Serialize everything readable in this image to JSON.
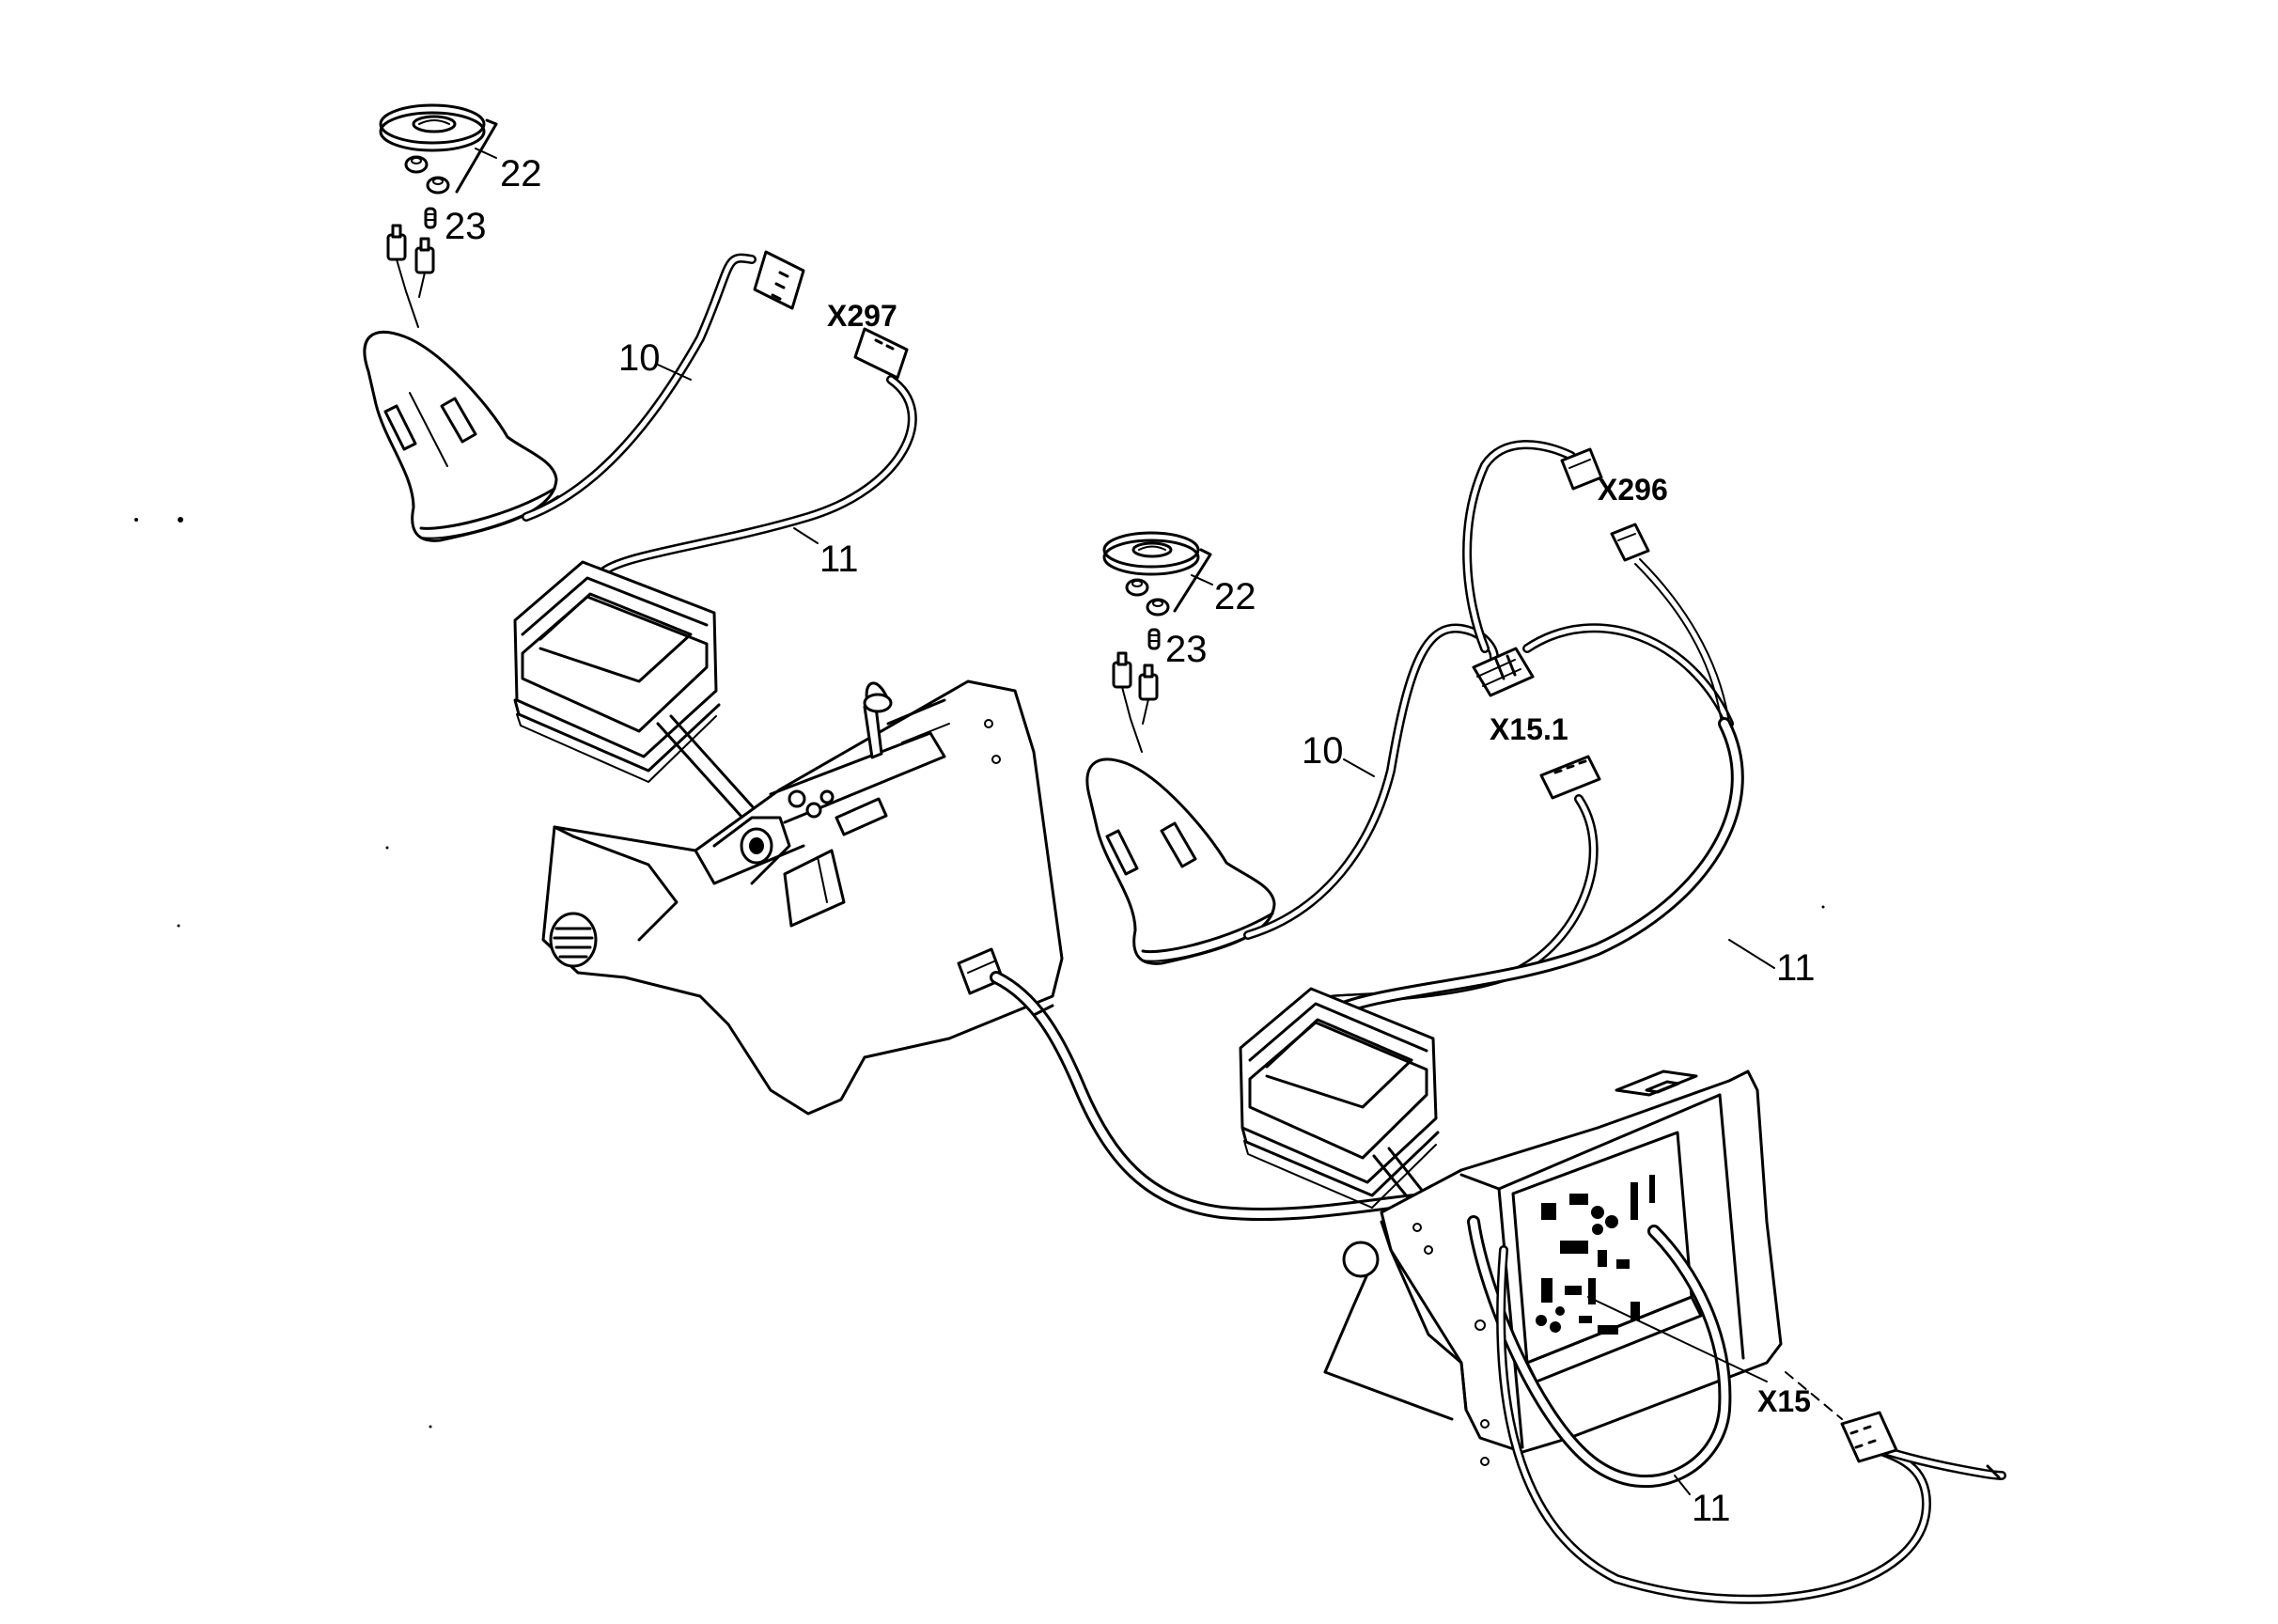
{
  "labels": {
    "left_cap_set": "22",
    "left_switch": "23",
    "left_cable_10": "10",
    "left_cable_11": "11",
    "left_connector": "X297",
    "right_cap_set": "22",
    "right_switch": "23",
    "right_cable_10": "10",
    "right_cable_11_upper": "11",
    "right_connector_top": "X296",
    "right_connector_mid": "X15.1",
    "main_connector": "X15",
    "right_cable_11_lower": "11"
  }
}
